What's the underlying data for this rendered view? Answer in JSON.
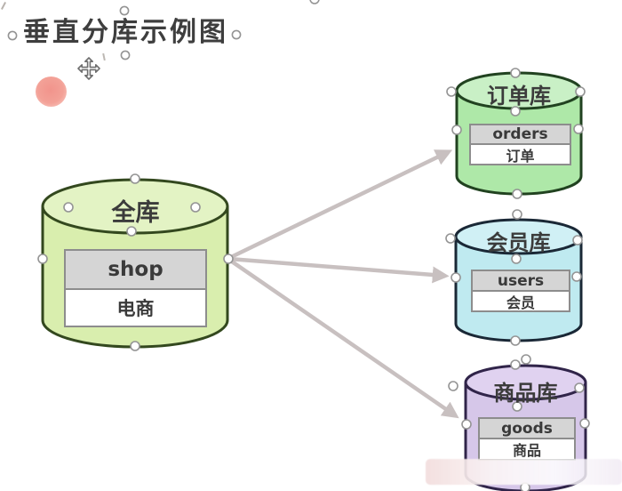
{
  "title": "垂直分库示例图",
  "source_db": {
    "name": "全库",
    "table_header": "shop",
    "table_row": "电商"
  },
  "shards": [
    {
      "name": "订单库",
      "table_header": "orders",
      "table_row": "订单"
    },
    {
      "name": "会员库",
      "table_header": "users",
      "table_row": "会员"
    },
    {
      "name": "商品库",
      "table_header": "goods",
      "table_row": "商品"
    }
  ],
  "icons": {
    "move_cursor": "move-cursor-icon",
    "selection_handle": "selection-handle",
    "annotation_dot": "red-laser-dot"
  },
  "colors": {
    "source_body": "#d9eeae",
    "source_top": "#e3f3c4",
    "source_border": "#33481e",
    "orders_body": "#aee8a8",
    "orders_top": "#c9f0c6",
    "orders_border": "#214220",
    "users_body": "#bfeaf0",
    "users_top": "#d0f0f5",
    "users_border": "#1a2836",
    "goods_body": "#d6c7e9",
    "goods_top": "#e0d2f0",
    "goods_border": "#302449",
    "arrow": "#c8c0c0",
    "table_header_bg": "#d5d5d5",
    "table_border": "#8d8d8d",
    "red_dot": "#f1948c",
    "text": "#3b3b3b"
  }
}
